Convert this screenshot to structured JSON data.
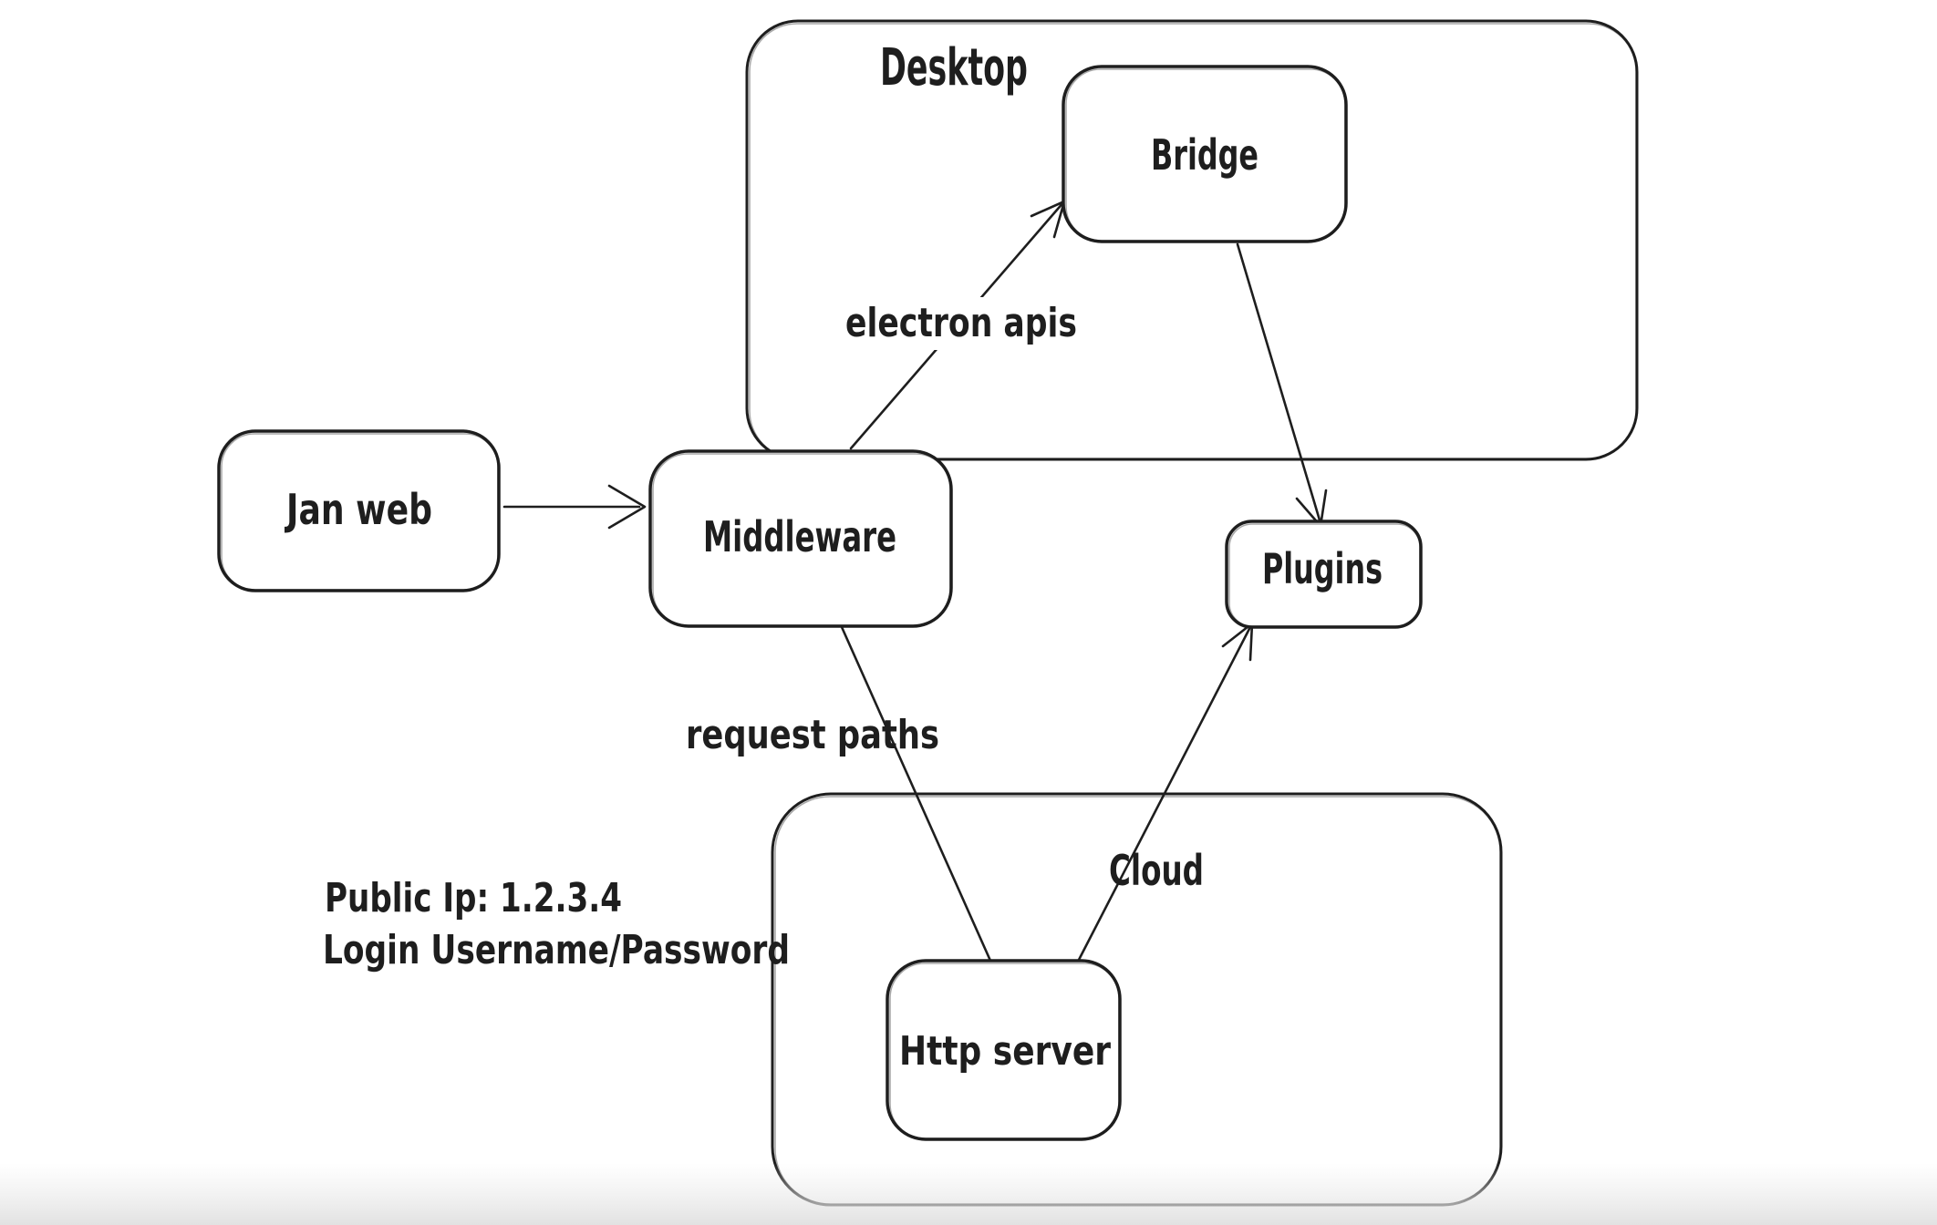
{
  "app": {
    "background": "#ffffff",
    "ink_color": "#1e1e1e",
    "bottom_fade_color": "#e4e4e4"
  },
  "containers": [
    {
      "id": "desktop",
      "label": "Desktop"
    },
    {
      "id": "cloud",
      "label": "Cloud"
    }
  ],
  "nodes": [
    {
      "id": "jan-web",
      "label": "Jan web"
    },
    {
      "id": "middleware",
      "label": "Middleware"
    },
    {
      "id": "bridge",
      "label": "Bridge"
    },
    {
      "id": "plugins",
      "label": "Plugins"
    },
    {
      "id": "http-server",
      "label": "Http server"
    }
  ],
  "edges": [
    {
      "from": "Jan web",
      "to": "Middleware",
      "label": ""
    },
    {
      "from": "Middleware",
      "to": "Bridge",
      "label": "electron apis"
    },
    {
      "from": "Bridge",
      "to": "Plugins",
      "label": ""
    },
    {
      "from": "Middleware",
      "to": "Http server",
      "label": "request paths"
    },
    {
      "from": "Http server",
      "to": "Plugins",
      "label": ""
    }
  ],
  "annotations": [
    {
      "text": "Public Ip: 1.2.3.4"
    },
    {
      "text": "Login Username/Password"
    }
  ]
}
